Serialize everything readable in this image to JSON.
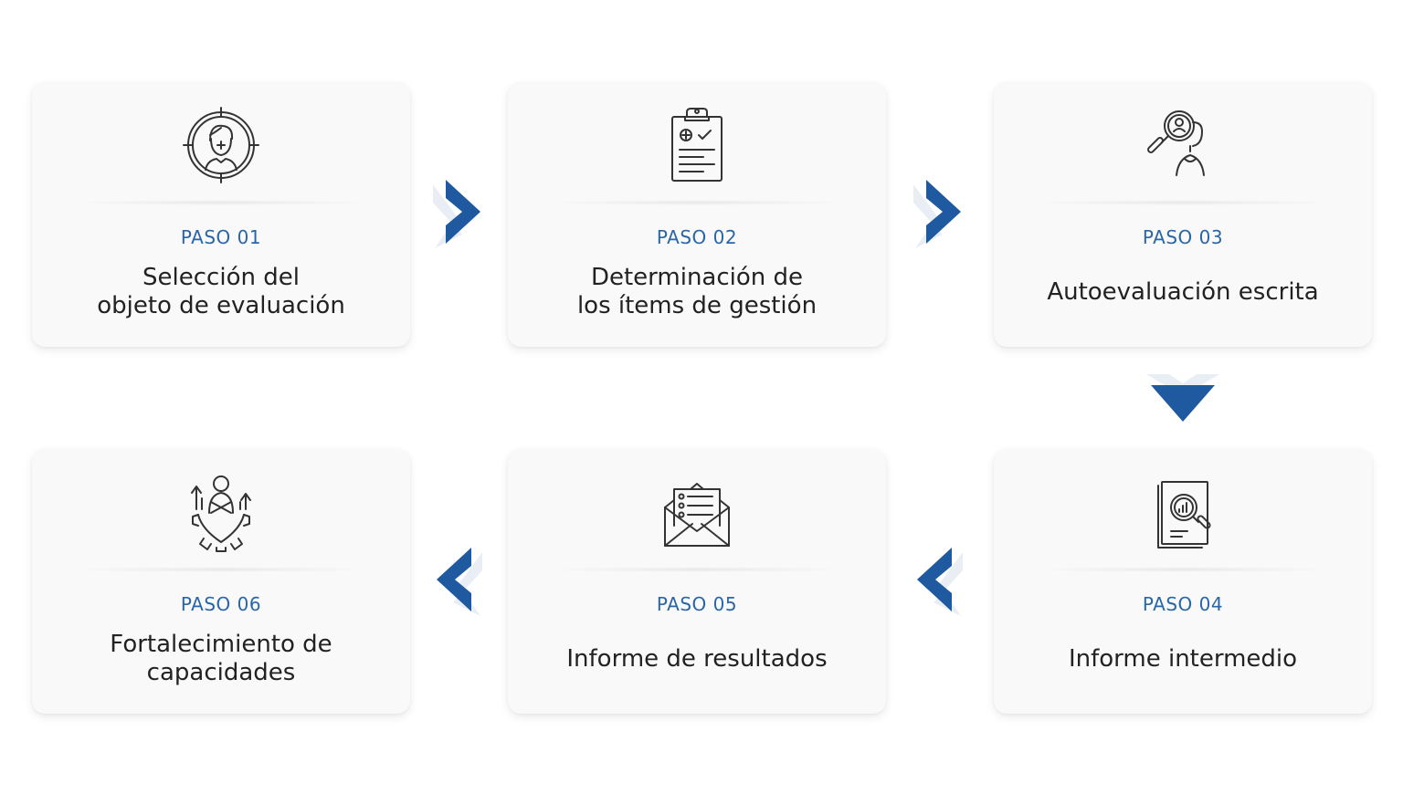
{
  "accent_color": "#2a66a6",
  "arrow_color": "#1f5aa0",
  "steps": [
    {
      "step": "PASO 01",
      "title": "Selección del\nobjeto de evaluación",
      "icon": "target-person-icon"
    },
    {
      "step": "PASO 02",
      "title": "Determinación de\nlos ítems de gestión",
      "icon": "clipboard-checklist-icon"
    },
    {
      "step": "PASO 03",
      "title": "Autoevaluación escrita",
      "icon": "magnifier-person-icon"
    },
    {
      "step": "PASO 04",
      "title": "Informe intermedio",
      "icon": "report-magnifier-icon"
    },
    {
      "step": "PASO 05",
      "title": "Informe de resultados",
      "icon": "envelope-list-icon"
    },
    {
      "step": "PASO 06",
      "title": "Fortalecimiento de\ncapacidades",
      "icon": "gear-person-growth-icon"
    }
  ],
  "connectors": [
    "arrow-right",
    "arrow-right",
    "arrow-down",
    "arrow-left",
    "arrow-left"
  ]
}
